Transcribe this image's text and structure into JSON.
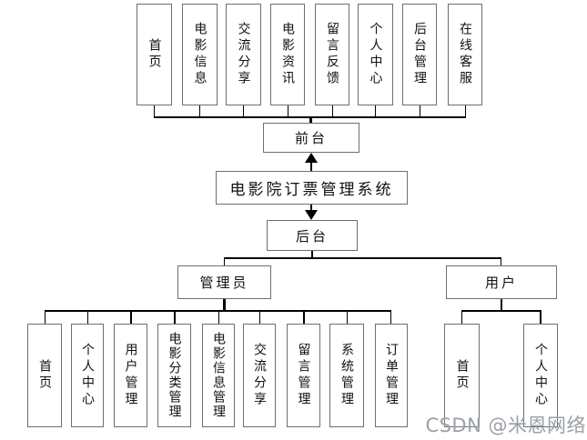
{
  "title": "电影院订票管理系统",
  "front": {
    "label": "前台",
    "children": [
      "首页",
      "电影信息",
      "交流分享",
      "电影资讯",
      "留言反馈",
      "个人中心",
      "后台管理",
      "在线客服"
    ]
  },
  "back": {
    "label": "后台"
  },
  "admin": {
    "label": "管理员",
    "children": [
      "首页",
      "个人中心",
      "用户管理",
      "电影分类管理",
      "电影信息管理",
      "交流分享",
      "留言管理",
      "系统管理",
      "订单管理"
    ]
  },
  "user": {
    "label": "用户",
    "children": [
      "首页",
      "个人中心"
    ]
  },
  "watermark": "CSDN @米恩网络",
  "colors": {
    "background": "#ffffff",
    "box_border": "#6f6f6f",
    "line": "#000000",
    "text": "#111111",
    "watermark": "#9aa0a6"
  }
}
